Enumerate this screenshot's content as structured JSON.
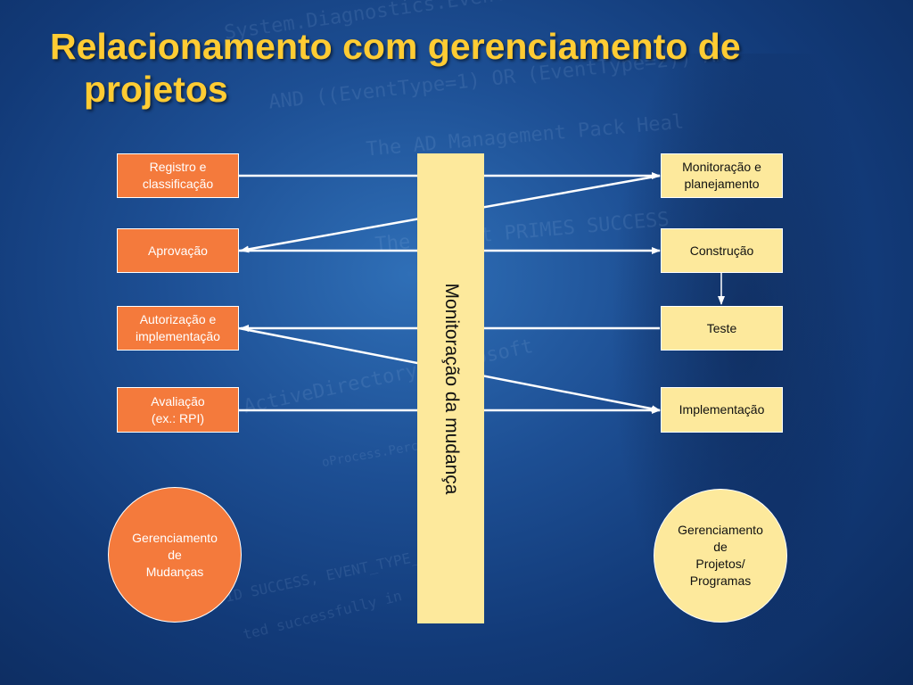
{
  "title": {
    "line1": "Relacionamento com gerenciamento de",
    "line2": "projetos"
  },
  "center_bar": {
    "label": "Monitoração da mudança"
  },
  "left_boxes": [
    {
      "line1": "Registro e",
      "line2": "classificação"
    },
    {
      "line1": "Aprovação",
      "line2": ""
    },
    {
      "line1": "Autorização e",
      "line2": "implementação"
    },
    {
      "line1": "Avaliação",
      "line2": "(ex.: RPI)"
    }
  ],
  "right_boxes": [
    {
      "line1": "Monitoração e",
      "line2": "planejamento"
    },
    {
      "line1": "Construção",
      "line2": ""
    },
    {
      "line1": "Teste",
      "line2": ""
    },
    {
      "line1": "Implementação",
      "line2": ""
    }
  ],
  "left_circle": {
    "line1": "Gerenciamento",
    "line2": "de",
    "line3": "Mudanças"
  },
  "right_circle": {
    "line1": "Gerenciamento",
    "line2": "de",
    "line3": "Projetos/",
    "line4": "Programas"
  },
  "background_text": [
    "System.Diagnostics.EventLog",
    "AND ((EventType=1) OR (EventType=2)) AND ",
    "The AD Management Pack Heal",
    "The script PRIMES SUCCESS",
    "ActiveDirectory:Microsoft",
    "oProcess.PercentPr",
    "ID SUCCESS, EVENT_TYPE_ERROR",
    "ted successfully in"
  ],
  "colors": {
    "title": "#ffcc33",
    "orange": "#f47a3c",
    "yellow": "#fde99c",
    "lines": "#ffffff"
  }
}
